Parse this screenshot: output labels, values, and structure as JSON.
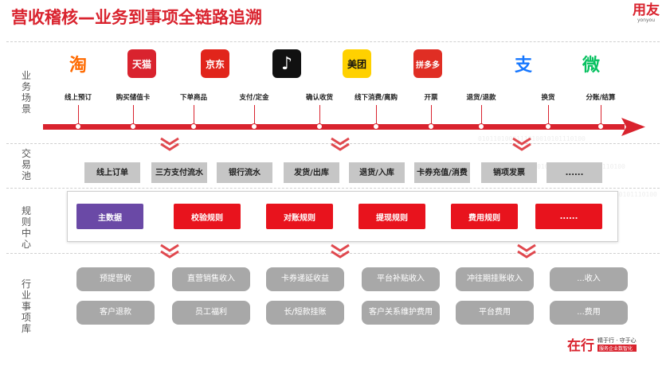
{
  "title": "营收稽核—业务到事项全链路追溯",
  "brand": {
    "name": "用友",
    "sub": "yonyou"
  },
  "row_labels": {
    "scenes": "业务场景",
    "pool": "交易池",
    "rules": "规则中心",
    "items": "行业事项库"
  },
  "apps": [
    {
      "name": "taobao",
      "glyph": "淘",
      "bg": "#ffffff",
      "fg": "#ff6a00",
      "icon": "taobao-logo"
    },
    {
      "name": "tmall",
      "glyph": "天猫",
      "bg": "#d9232e",
      "fg": "#ffffff",
      "icon": "tmall-logo"
    },
    {
      "name": "jd",
      "glyph": "京东",
      "bg": "#e1251b",
      "fg": "#ffffff",
      "icon": "jd-logo"
    },
    {
      "name": "douyin",
      "glyph": "♪",
      "bg": "#111111",
      "fg": "#ffffff",
      "icon": "douyin-logo"
    },
    {
      "name": "meituan",
      "glyph": "美团",
      "bg": "#ffd100",
      "fg": "#111111",
      "icon": "meituan-logo"
    },
    {
      "name": "pinduoduo",
      "glyph": "拼多多",
      "bg": "#e02e24",
      "fg": "#ffffff",
      "icon": "pinduoduo-logo"
    },
    {
      "name": "alipay",
      "glyph": "支",
      "bg": "#ffffff",
      "fg": "#1677ff",
      "icon": "alipay-logo"
    },
    {
      "name": "wechat",
      "glyph": "微",
      "bg": "#ffffff",
      "fg": "#07c160",
      "icon": "wechat-logo"
    }
  ],
  "scenes": [
    "线上预订",
    "购买储值卡",
    "下单商品",
    "支付/定金",
    "确认收货",
    "线下消费/离购",
    "开票",
    "退货/退款",
    "换货",
    "分账/结算"
  ],
  "pool": [
    "线上订单",
    "三方支付流水",
    "银行流水",
    "发货/出库",
    "退货/入库",
    "卡券充值/消费",
    "销项发票",
    "......"
  ],
  "rules": [
    "主数据",
    "校验规则",
    "对账规则",
    "提现规则",
    "费用规则",
    "......"
  ],
  "items_row1": [
    "预提营收",
    "直营销售收入",
    "卡券递延收益",
    "平台补贴收入",
    "冲往期挂账收入",
    "...收入"
  ],
  "items_row2": [
    "客户退款",
    "员工福利",
    "长/短款挂账",
    "客户关系维护费用",
    "平台费用",
    "...费用"
  ],
  "footer": {
    "logo": "在行",
    "slogan": "精于行 · 守于心",
    "tag": "服务企业数智化"
  },
  "colors": {
    "accent": "#d9232e",
    "master": "#6a49a6",
    "pool": "#c6c6c6",
    "item": "#a8a8a8"
  },
  "bg_binary": "0101101000111010010101110100"
}
